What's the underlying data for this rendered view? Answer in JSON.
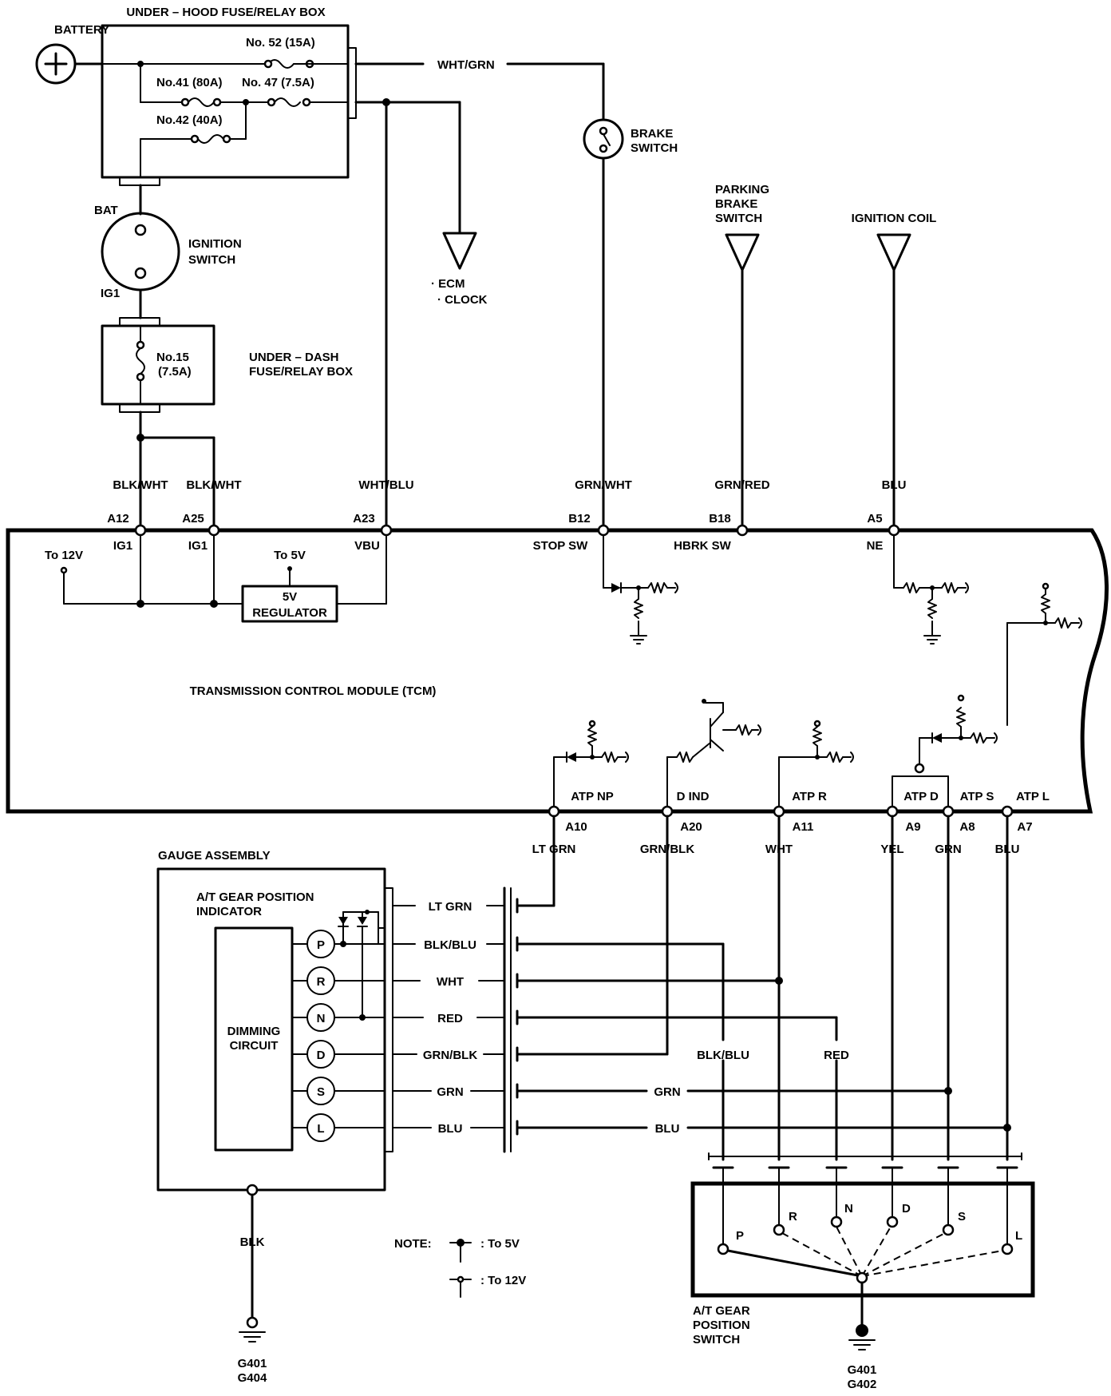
{
  "fuse_box": {
    "title": "UNDER – HOOD FUSE/RELAY BOX",
    "fuses": [
      "No. 52 (15A)",
      "No.41 (80A)",
      "No. 47 (7.5A)",
      "No.42 (40A)"
    ]
  },
  "battery": {
    "label": "BATTERY"
  },
  "ignition": {
    "bat": "BAT",
    "ig1": "IG1",
    "label1": "IGNITION",
    "label2": "SWITCH"
  },
  "underdash": {
    "fuse1": "No.15",
    "fuse2": "(7.5A)",
    "label1": "UNDER – DASH",
    "label2": "FUSE/RELAY BOX"
  },
  "ecm": {
    "line1": "· ECM",
    "line2": "· CLOCK"
  },
  "brake_switch": {
    "line1": "BRAKE",
    "line2": "SWITCH"
  },
  "parking_brake": {
    "line1": "PARKING",
    "line2": "BRAKE",
    "line3": "SWITCH"
  },
  "ignition_coil": {
    "label": "IGNITION COIL"
  },
  "wires_top": {
    "wht_grn": "WHT/GRN",
    "a12_color": "BLK/WHT",
    "a25_color": "BLK/WHT",
    "a23_color": "WHT/BLU",
    "b12_color": "GRN/WHT",
    "b18_color": "GRN/RED",
    "a5_color": "BLU"
  },
  "tcm": {
    "title": "TRANSMISSION CONTROL MODULE (TCM)",
    "pins_top": [
      {
        "pin": "A12",
        "name": "IG1"
      },
      {
        "pin": "A25",
        "name": "IG1"
      },
      {
        "pin": "A23",
        "name": "VBU"
      },
      {
        "pin": "B12",
        "name": "STOP SW"
      },
      {
        "pin": "B18",
        "name": "HBRK SW"
      },
      {
        "pin": "A5",
        "name": "NE"
      }
    ],
    "to12v": "To 12V",
    "to5v": "To 5V",
    "regulator1": "5V",
    "regulator2": "REGULATOR",
    "pins_bottom": [
      {
        "pin": "A10",
        "name": "ATP NP",
        "color": "LT GRN"
      },
      {
        "pin": "A20",
        "name": "D IND",
        "color": "GRN/BLK"
      },
      {
        "pin": "A11",
        "name": "ATP R",
        "color": "WHT"
      },
      {
        "pin": "A9",
        "name": "ATP D",
        "color": "YEL"
      },
      {
        "pin": "A8",
        "name": "ATP S",
        "color": "GRN"
      },
      {
        "pin": "A7",
        "name": "ATP L",
        "color": "BLU"
      }
    ]
  },
  "gauge": {
    "title": "GAUGE ASSEMBLY",
    "indicator1": "A/T GEAR POSITION",
    "indicator2": "INDICATOR",
    "dimming1": "DIMMING",
    "dimming2": "CIRCUIT",
    "positions": [
      "P",
      "R",
      "N",
      "D",
      "S",
      "L"
    ],
    "wires": [
      "LT GRN",
      "BLK/BLU",
      "WHT",
      "RED",
      "GRN/BLK",
      "GRN",
      "BLU"
    ],
    "ground_wire": "BLK",
    "ground1": "G401",
    "ground2": "G404"
  },
  "right_wires": {
    "blk_blu": "BLK/BLU",
    "red": "RED",
    "grn": "GRN",
    "blu": "BLU"
  },
  "gear_switch": {
    "positions": [
      "P",
      "R",
      "N",
      "D",
      "S",
      "L"
    ],
    "label1": "A/T GEAR",
    "label2": "POSITION",
    "label3": "SWITCH",
    "ground1": "G401",
    "ground2": "G402"
  },
  "note": {
    "label": "NOTE:",
    "to5v": ": To 5V",
    "to12v": ": To 12V"
  }
}
